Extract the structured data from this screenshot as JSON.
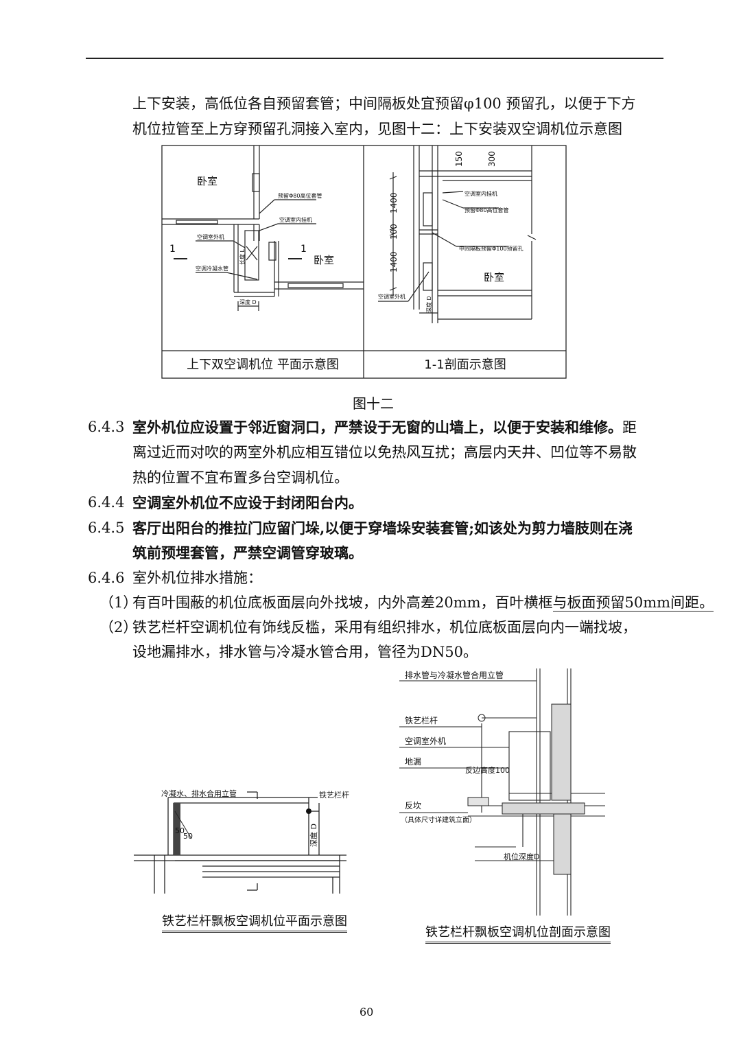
{
  "intro": {
    "line1": "上下安装，高低位各自预留套管；中间隔板处宜预留φ100 预留孔，以便于下方",
    "line2": "机位拉管至上方穿预留孔洞接入室内，见图十二：上下安装双空调机位示意图"
  },
  "figure12": {
    "plan": {
      "caption": "上下双空调机位 平面示意图",
      "room_top": "卧室",
      "room_right": "卧室",
      "section_mark_left": "1",
      "section_mark_right": "1",
      "label_sleeve": "预留Φ80高位套管",
      "label_indoor": "空调室内挂机",
      "label_outdoor": "空调室外机",
      "label_drain": "空调冷凝水管",
      "label_length": "长度 L",
      "label_depth": "深度 D"
    },
    "section": {
      "caption": "1-1剖面示意图",
      "dim_top_1": "150",
      "dim_top_2": "300",
      "dim_1400_top": "1400",
      "dim_100": "100",
      "dim_1400_bottom": "1400",
      "label_indoor": "空调室内挂机",
      "label_sleeve": "预留Φ80高位套管",
      "label_hole": "中间隔板预留Φ100预留孔",
      "room": "卧室",
      "label_outdoor": "空调室外机",
      "label_depth": "深度 D"
    },
    "title": "图十二"
  },
  "clauses": [
    {
      "num": "6.4.3",
      "bold": "室外机位应设置于邻近窗洞口，严禁设于无窗的山墙上，以便于安装和维修。",
      "tail": "距",
      "line2": "离过近而对吹的两室外机应相互错位以免热风互扰；高层内天井、凹位等不易散",
      "line3": "热的位置不宜布置多台空调机位。"
    },
    {
      "num": "6.4.4",
      "bold": "空调室外机位不应设于封闭阳台内。"
    },
    {
      "num": "6.4.5",
      "bold": "客厅出阳台的推拉门应留门垛,以便于穿墙垛安装套管;如该处为剪力墙肢则在浇",
      "line2": "筑前预埋套管，严禁空调管穿玻璃。"
    },
    {
      "num": "6.4.6",
      "text": "室外机位排水措施："
    }
  ],
  "items": [
    {
      "num": "（1）",
      "text": "有百叶围蔽的机位底板面层向外找坡，内外高差20mm，百叶横框",
      "underlined": "与板面预留50mm间距。"
    },
    {
      "num": "（2）",
      "text": "铁艺栏杆空调机位有饰线反槛，采用有组织排水，机位底板面层向内一端找坡，",
      "line2": "设地漏排水，排水管与冷凝水管合用，管径为DN50。"
    }
  ],
  "bottom_plan": {
    "label_pipe": "冷凝水、排水合用立管",
    "label_rail": "铁艺栏杆",
    "label_depth": "深度 D",
    "dim_a": "50",
    "dim_b": "50",
    "caption": "铁艺栏杆飘板空调机位平面示意图"
  },
  "bottom_section": {
    "label_pipe": "排水管与冷凝水管合用立管",
    "label_rail": "铁艺栏杆",
    "label_outdoor": "空调室外机",
    "label_drain": "地漏",
    "label_sill_h": "反边高度100",
    "label_sill": "反坎",
    "label_sill_note": "（具体尺寸详建筑立面）",
    "label_depth": "机位深度D",
    "caption": "铁艺栏杆飘板空调机位剖面示意图"
  },
  "page_number": "60"
}
